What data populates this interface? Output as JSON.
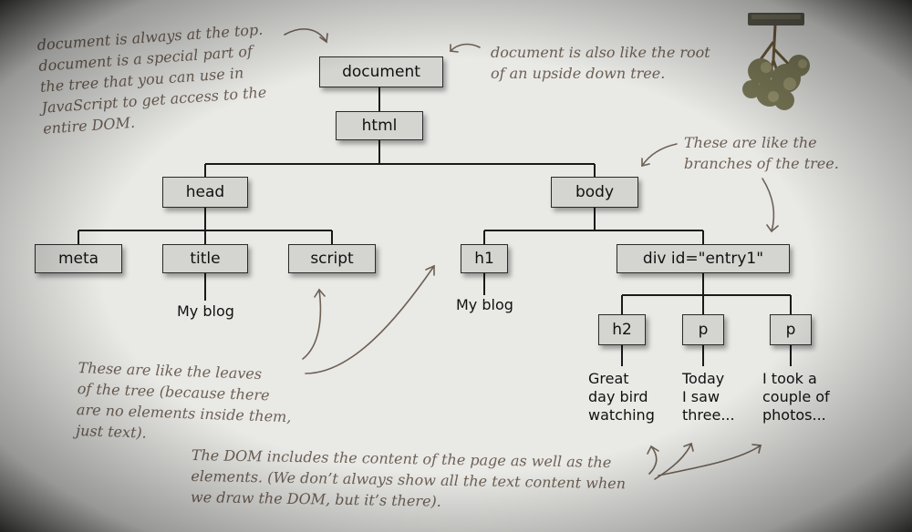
{
  "nodes": {
    "document": "document",
    "html": "html",
    "head": "head",
    "body": "body",
    "meta": "meta",
    "title": "title",
    "script": "script",
    "h1": "h1",
    "div": "div id=\"entry1\"",
    "h2": "h2",
    "p1": "p",
    "p2": "p"
  },
  "texts": {
    "title_text": "My blog",
    "h1_text": "My blog",
    "h2_text": "Great\nday bird\nwatching",
    "p1_text": "Today\nI saw\nthree...",
    "p2_text": "I took a\ncouple of\nphotos..."
  },
  "notes": {
    "document_top": "document is always at the top.\ndocument is a special part of\nthe tree that you can use in\nJavaScript to get access to the\nentire DOM.",
    "root": "document is also like the root\nof an upside down tree.",
    "branches": "These are like the\nbranches of the tree.",
    "leaves": "These are like the leaves\nof the tree (because there\nare no elements inside them,\njust text).",
    "content": "The DOM includes the content of the page as well as the\nelements. (We don’t always show all the text content when\nwe draw the DOM, but it’s there)."
  },
  "colors": {
    "background": "#e9e9e6",
    "node_fill": "#d4d4d1",
    "note_text": "#6e6155"
  },
  "icons": [
    "upside-down-tree-icon"
  ]
}
